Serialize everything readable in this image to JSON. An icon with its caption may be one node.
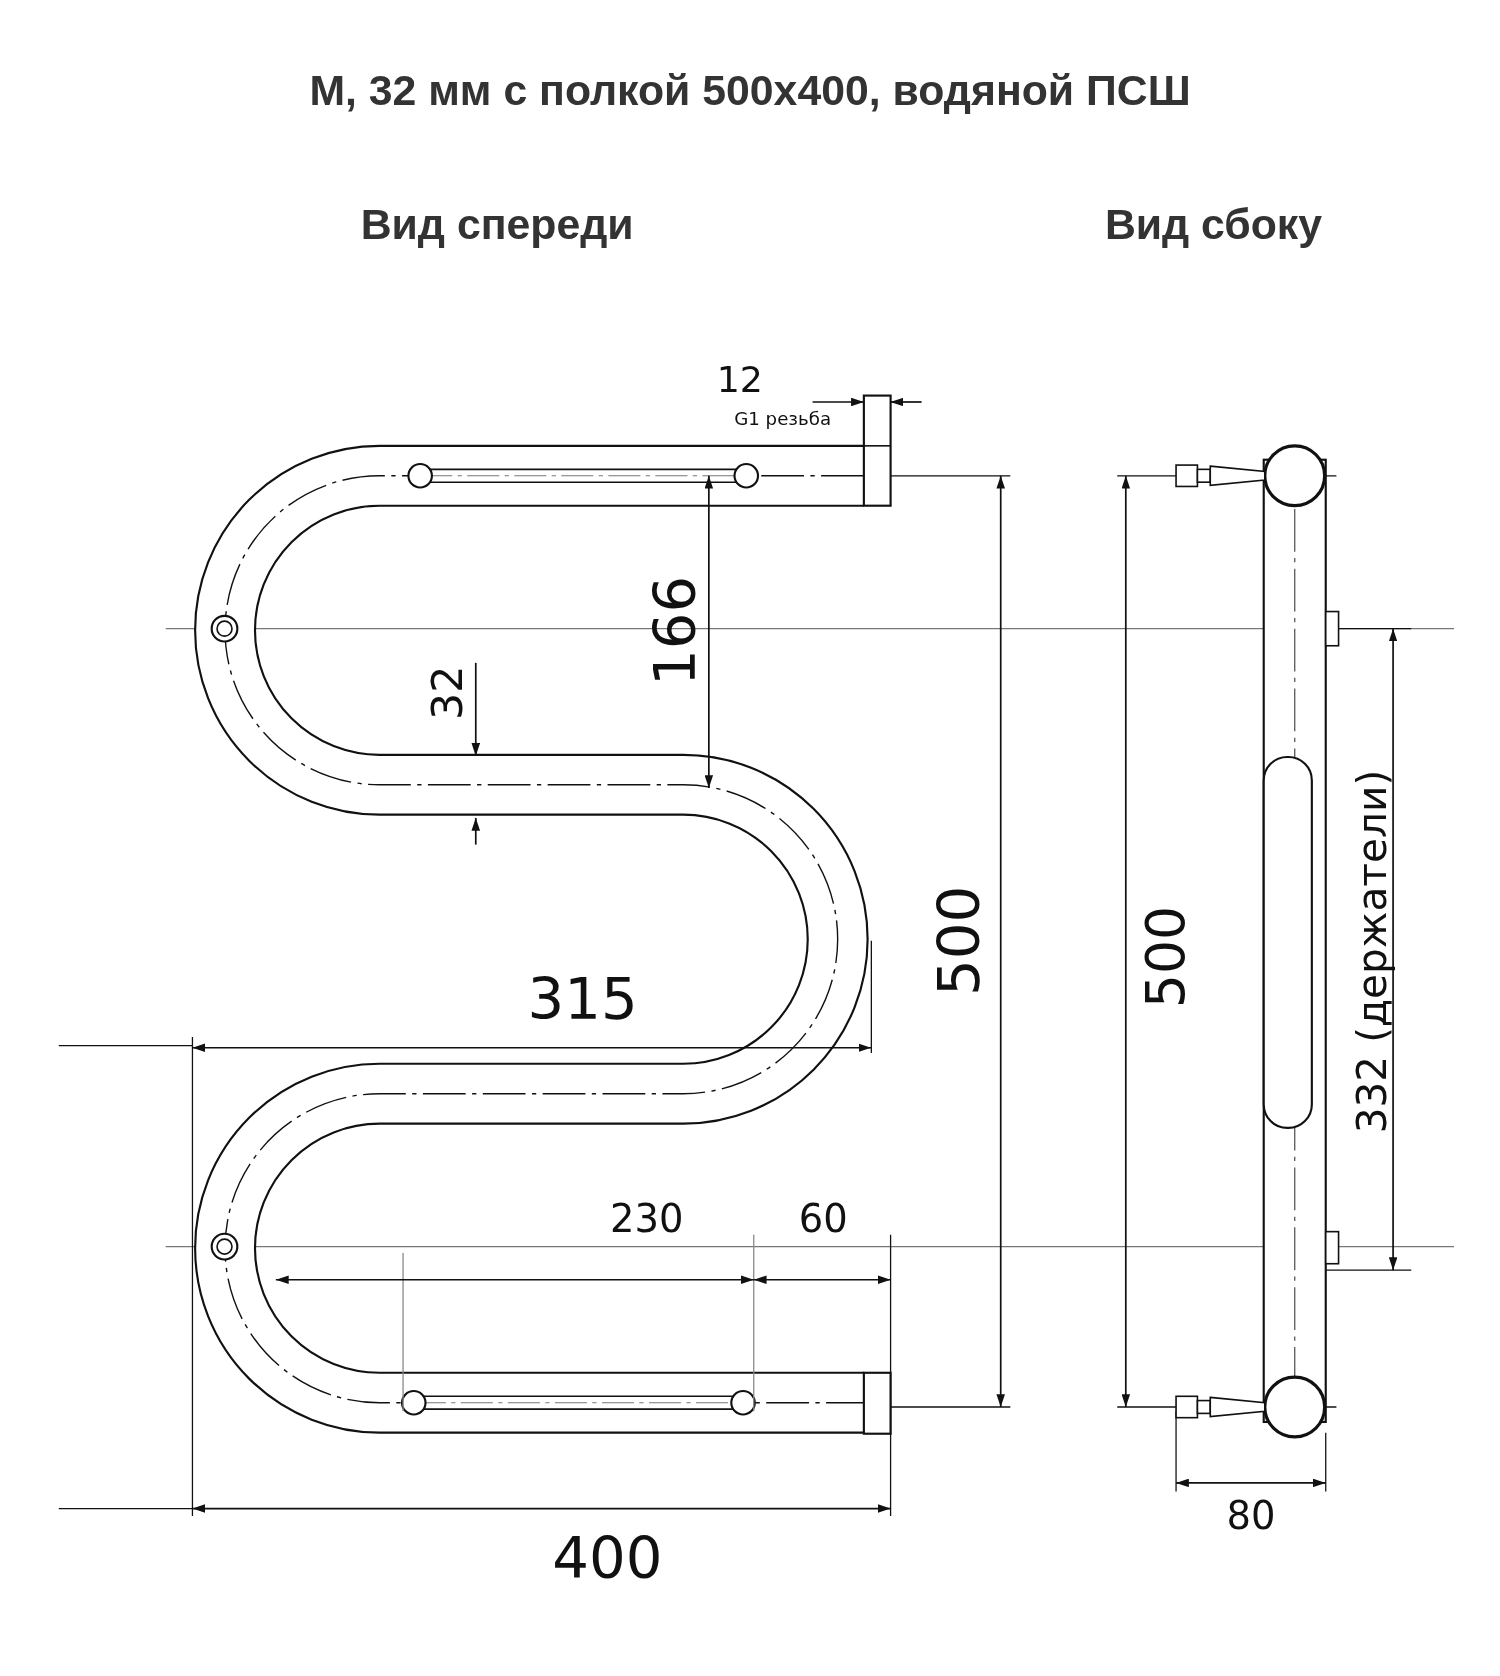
{
  "diagram": {
    "title": "М, 32 мм с полкой 500х400, водяной ПСШ",
    "labels": [
      "Вид спереди",
      "Вид сбоку",
      "12",
      "G1 резьба",
      "166",
      "32",
      "500",
      "315",
      "500",
      "332 (держатели)",
      "230",
      "60",
      "80",
      "400"
    ]
  }
}
